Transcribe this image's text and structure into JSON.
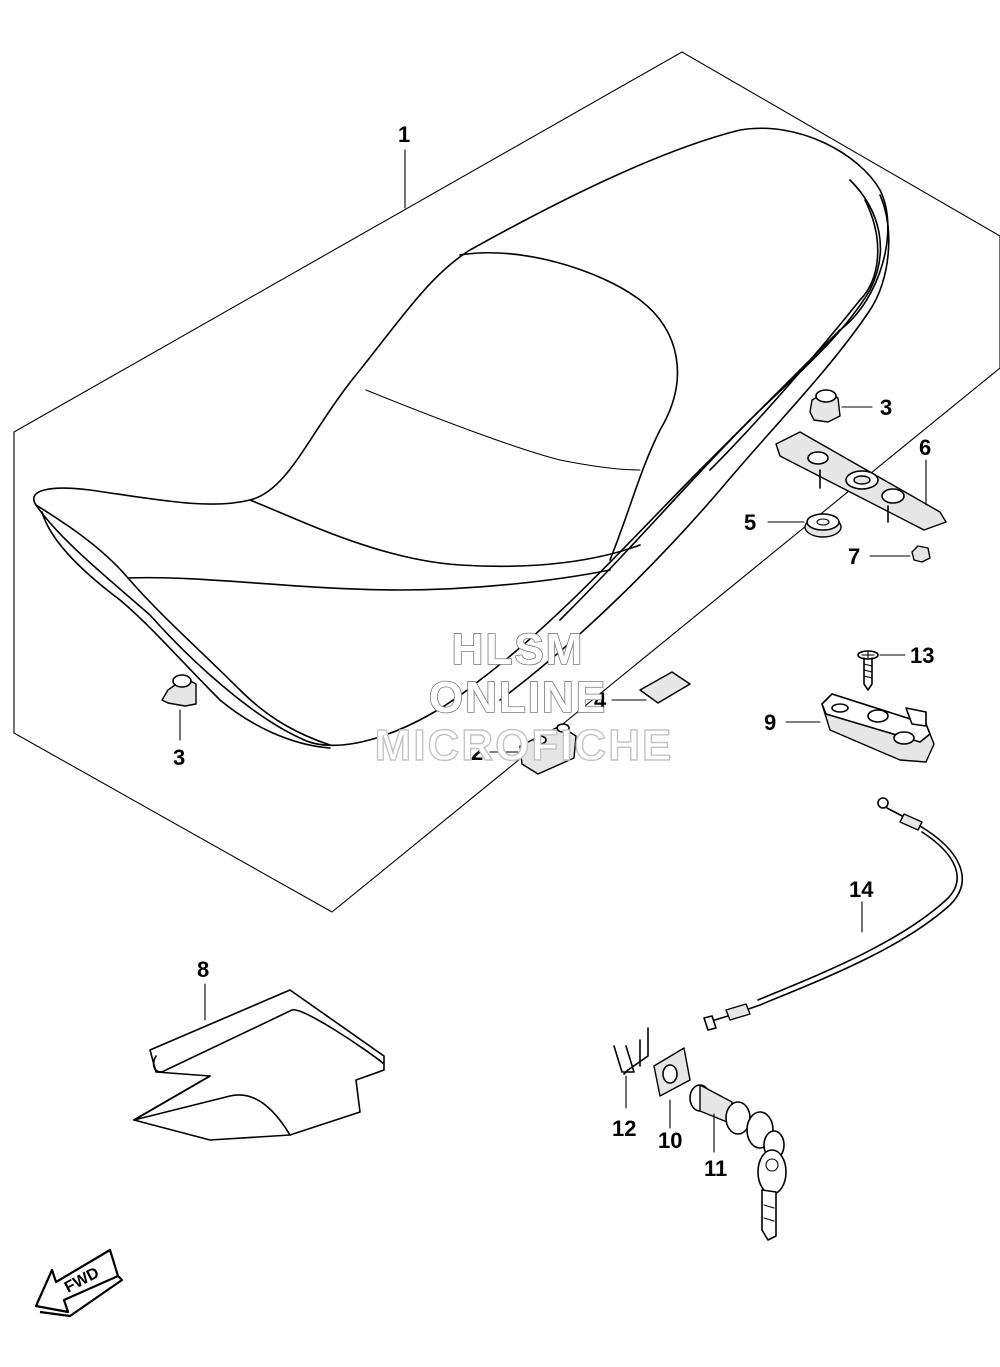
{
  "callouts": {
    "p1": "1",
    "p2": "2",
    "p3a": "3",
    "p3b": "3",
    "p4": "4",
    "p5": "5",
    "p6": "6",
    "p7": "7",
    "p8": "8",
    "p9": "9",
    "p10": "10",
    "p11": "11",
    "p12": "12",
    "p13": "13",
    "p14": "14"
  },
  "watermark": {
    "line1": "HLSM",
    "line2": "ONLINE",
    "line3": "MICROFICHE"
  },
  "fwd_label": "FWD"
}
